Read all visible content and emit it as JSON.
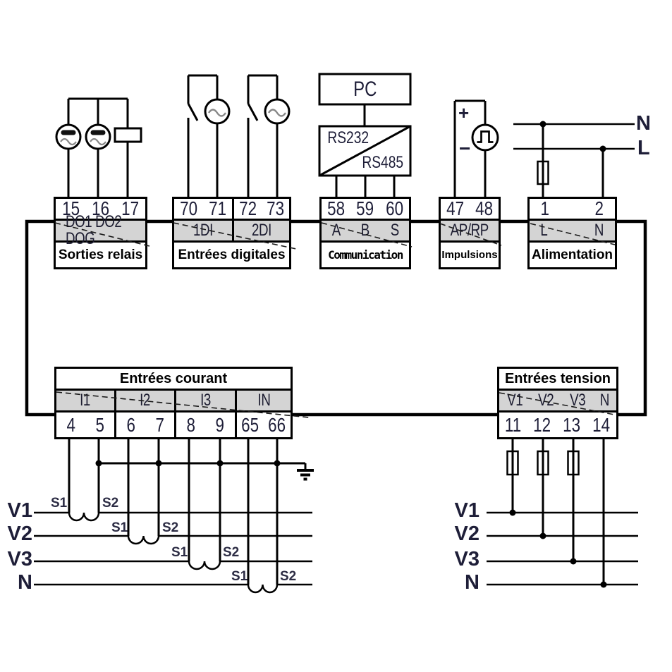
{
  "top_blocks": {
    "sorties_relais": {
      "numbers": [
        "15",
        "16",
        "17"
      ],
      "terminal_label": "DO1 DO2 DOG",
      "label": "Sorties relais"
    },
    "entrees_digitales": {
      "cells": [
        {
          "numbers": [
            "70",
            "71"
          ],
          "terminal_label": "1DI"
        },
        {
          "numbers": [
            "72",
            "73"
          ],
          "terminal_label": "2DI"
        }
      ],
      "label": "Entrées digitales"
    },
    "communication": {
      "pc_label": "PC",
      "converter_top": "RS232",
      "converter_bottom": "RS485",
      "numbers": [
        "58",
        "59",
        "60"
      ],
      "terminal_labels": [
        "A",
        "B",
        "S"
      ],
      "label": "Communication"
    },
    "impulsions": {
      "numbers": [
        "47",
        "48"
      ],
      "terminal_label": "AP/RP",
      "label": "Impulsions",
      "plus": "+",
      "minus": "−"
    },
    "alimentation": {
      "numbers": [
        "1",
        "2"
      ],
      "terminal_labels": [
        "L",
        "N"
      ],
      "label": "Alimentation",
      "supply_line_labels": [
        "N",
        "L"
      ]
    }
  },
  "bottom_blocks": {
    "entrees_courant": {
      "label": "Entrées courant",
      "cells": [
        {
          "terminal_label": "I1",
          "numbers": [
            "4",
            "5"
          ]
        },
        {
          "terminal_label": "I2",
          "numbers": [
            "6",
            "7"
          ]
        },
        {
          "terminal_label": "I3",
          "numbers": [
            "8",
            "9"
          ]
        },
        {
          "terminal_label": "IN",
          "numbers": [
            "65",
            "66"
          ]
        }
      ],
      "ct_labels": {
        "s1": "S1",
        "s2": "S2"
      },
      "phase_labels": [
        "V1",
        "V2",
        "V3",
        "N"
      ]
    },
    "entrees_tension": {
      "label": "Entrées tension",
      "terminal_labels": [
        "V1",
        "V2",
        "V3",
        "N"
      ],
      "numbers": [
        "11",
        "12",
        "13",
        "14"
      ],
      "phase_labels": [
        "V1",
        "V2",
        "V3",
        "N"
      ]
    }
  },
  "colors": {
    "line": "#000000",
    "terminal_fill": "#d4d4d4",
    "text": "#1e1e38"
  }
}
